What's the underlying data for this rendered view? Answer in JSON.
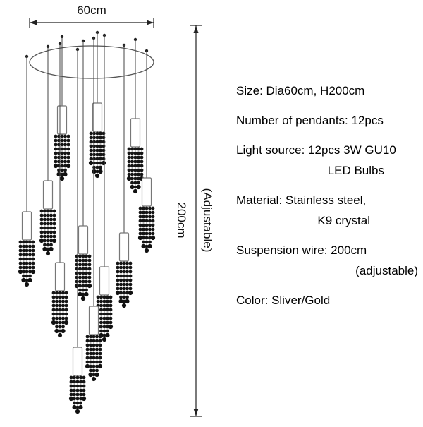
{
  "diagram": {
    "width_label": "60cm",
    "height_label": "200cm",
    "height_note": "(Adjustable)",
    "pendant_count": 12,
    "line_color": "#222222",
    "bead_color": "#151515"
  },
  "specs": {
    "items": [
      {
        "line1": "Size: Dia60cm, H200cm",
        "line2": ""
      },
      {
        "line1": "Number of pendants: 12pcs",
        "line2": ""
      },
      {
        "line1": "Light source: 12pcs 3W GU10",
        "line2": "LED Bulbs"
      },
      {
        "line1": "Material: Stainless steel,",
        "line2": "K9 crystal"
      },
      {
        "line1": "Suspension wire: 200cm",
        "line2": "(adjustable)"
      },
      {
        "line1": "Color: Sliver/Gold",
        "line2": ""
      }
    ]
  }
}
